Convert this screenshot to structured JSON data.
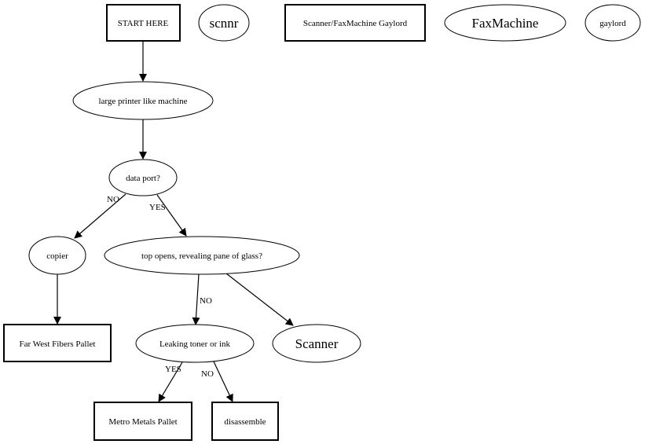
{
  "nodes": {
    "start": "START HERE",
    "scnnr": "scnnr",
    "scanner_fax_gaylord": "Scanner/FaxMachine Gaylord",
    "faxmachine": "FaxMachine",
    "gaylord": "gaylord",
    "large_printer": "large printer like machine",
    "data_port": "data port?",
    "copier": "copier",
    "top_opens": "top opens, revealing pane of glass?",
    "far_west": "Far West Fibers Pallet",
    "leaking": "Leaking toner or ink",
    "scanner": "Scanner",
    "metro_metals": "Metro Metals Pallet",
    "disassemble": "disassemble"
  },
  "edges": {
    "dataport_copier": "NO",
    "dataport_top": "YES",
    "top_leaking": "NO",
    "leaking_metro": "YES",
    "leaking_disassemble": "NO"
  }
}
